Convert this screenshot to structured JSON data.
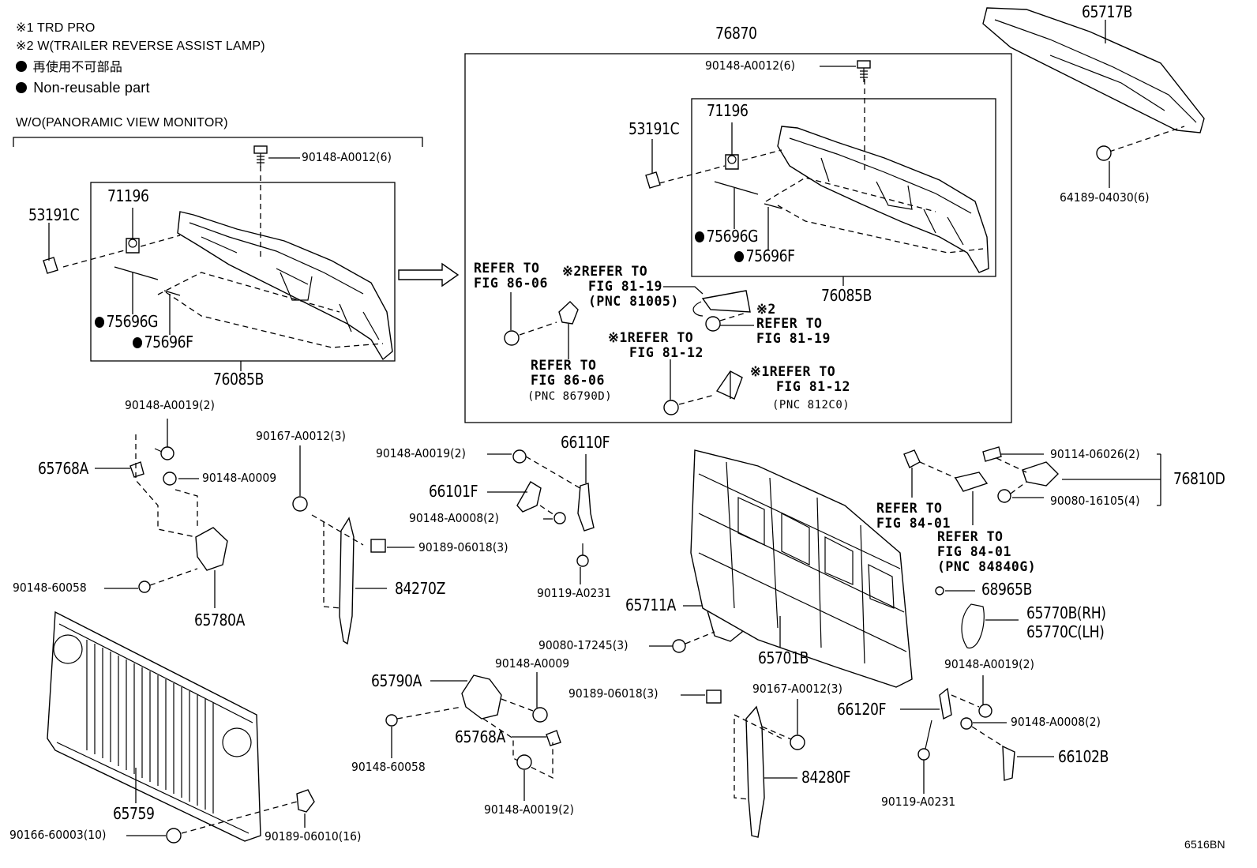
{
  "notes": {
    "note1": "※1 TRD PRO",
    "note2": "※2 W(TRAILER REVERSE ASSIST LAMP)",
    "note3": "再使用不可部品",
    "note4": "Non-reusable part",
    "variant": "W/O(PANORAMIC VIEW MONITOR)"
  },
  "labels": {
    "p76870": "76870",
    "p65717B": "65717B",
    "p64189": "64189-04030(6)",
    "box_r_screw": "90148-A0012(6)",
    "box_r_71196": "71196",
    "box_r_53191C": "53191C",
    "box_r_75696G": "75696G",
    "box_r_75696F": "75696F",
    "box_r_76085B": "76085B",
    "box_l_screw": "90148-A0012(6)",
    "box_l_71196": "71196",
    "box_l_53191C": "53191C",
    "box_l_75696G": "75696G",
    "box_l_75696F": "75696F",
    "box_l_76085B": "76085B",
    "ref_86_06_a1": "REFER TO",
    "ref_86_06_a2": "FIG 86-06",
    "ref_81_19_a1": "※2REFER TO",
    "ref_81_19_a2": "FIG 81-19",
    "ref_81_19_a3": "(PNC 81005)",
    "ref_81_19_b0": "※2",
    "ref_81_19_b1": "REFER TO",
    "ref_81_19_b2": "FIG 81-19",
    "ref_81_12_a1": "※1REFER TO",
    "ref_81_12_a2": "FIG 81-12",
    "ref_86_06_b1": "REFER TO",
    "ref_86_06_b2": "FIG 86-06",
    "ref_86_06_b3": "(PNC 86790D)",
    "ref_81_12_b1": "※1REFER TO",
    "ref_81_12_b2": "FIG 81-12",
    "ref_81_12_b3": "(PNC 812C0)",
    "p90148_A0019_2_a": "90148-A0019(2)",
    "p65768A_a": "65768A",
    "p90148_A0009_a": "90148-A0009",
    "p90148_60058_a": "90148-60058",
    "p65780A": "65780A",
    "p90167_A0012_a": "90167-A0012(3)",
    "p90189_06018_a": "90189-06018(3)",
    "p84270Z": "84270Z",
    "p90148_A0019_2_b": "90148-A0019(2)",
    "p66110F": "66110F",
    "p66101F": "66101F",
    "p90148_A0008_a": "90148-A0008(2)",
    "p90119_A0231_a": "90119-A0231",
    "p65759": "65759",
    "p90166": "90166-60003(10)",
    "p90189_06010": "90189-06010(16)",
    "p65790A": "65790A",
    "p90148_A0009_b": "90148-A0009",
    "p90148_60058_b": "90148-60058",
    "p65768A_b": "65768A",
    "p90148_A0019_2_c": "90148-A0019(2)",
    "p65711A": "65711A",
    "p90080_17245": "90080-17245(3)",
    "p65701B": "65701B",
    "p90189_06018_b": "90189-06018(3)",
    "p90167_A0012_b": "90167-A0012(3)",
    "p84280F": "84280F",
    "ref_84_01_a1": "REFER TO",
    "ref_84_01_a2": "FIG 84-01",
    "ref_84_01_b1": "REFER TO",
    "ref_84_01_b2": "FIG 84-01",
    "ref_84_01_b3": "(PNC 84840G)",
    "p90114": "90114-06026(2)",
    "p76810D": "76810D",
    "p90080_16105": "90080-16105(4)",
    "p68965B": "68965B",
    "p65770B": "65770B(RH)",
    "p65770C": "65770C(LH)",
    "p90148_A0019_2_d": "90148-A0019(2)",
    "p66120F": "66120F",
    "p90148_A0008_b": "90148-A0008(2)",
    "p66102B": "66102B",
    "p90119_A0231_b": "90119-A0231",
    "code": "6516BN"
  }
}
